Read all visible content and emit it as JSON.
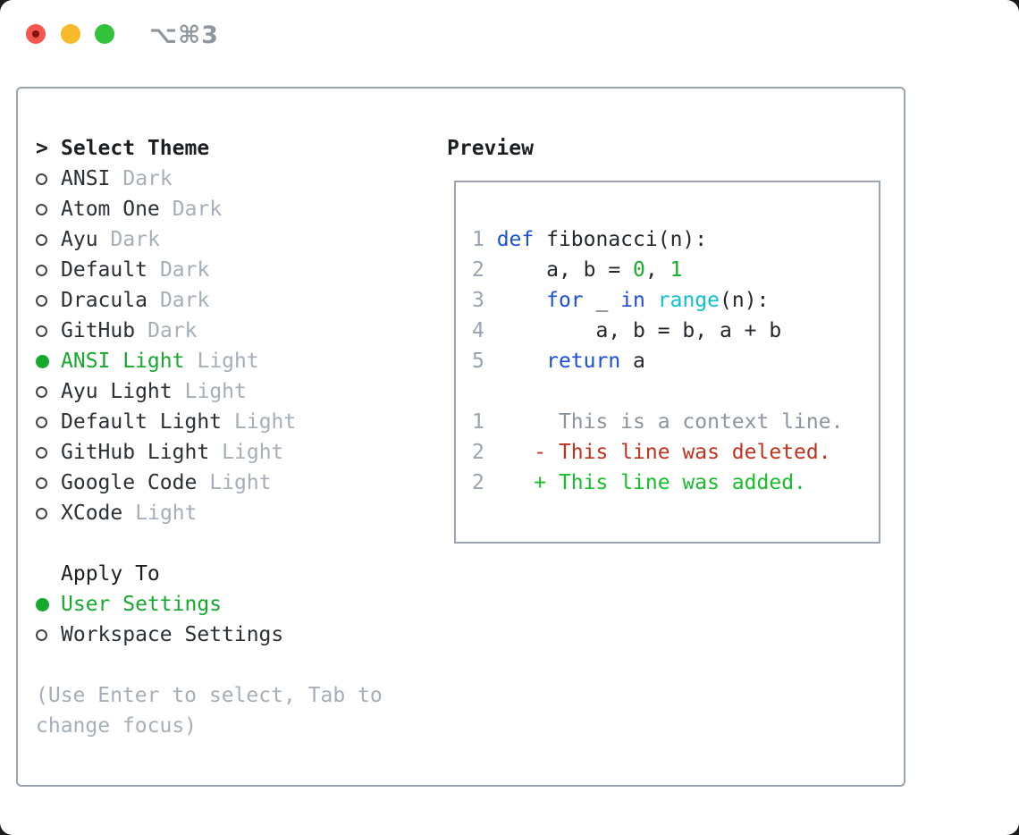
{
  "window": {
    "shortcut": "⌥⌘3",
    "traffic_lights": {
      "close": "close",
      "minimize": "minimize",
      "zoom": "zoom"
    },
    "colors": {
      "close_red": "#f4564d",
      "close_dot": "#7e150d",
      "minimize_yellow": "#f8b92a",
      "zoom_green": "#32c33b",
      "panel_border": "#9aa3ae"
    }
  },
  "theme_panel": {
    "prompt": ">",
    "heading": "Select Theme",
    "items": [
      {
        "name": "ANSI",
        "variant": "Dark",
        "selected": false
      },
      {
        "name": "Atom One",
        "variant": "Dark",
        "selected": false
      },
      {
        "name": "Ayu",
        "variant": "Dark",
        "selected": false
      },
      {
        "name": "Default",
        "variant": "Dark",
        "selected": false
      },
      {
        "name": "Dracula",
        "variant": "Dark",
        "selected": false
      },
      {
        "name": "GitHub",
        "variant": "Dark",
        "selected": false
      },
      {
        "name": "ANSI Light",
        "variant": "Light",
        "selected": true
      },
      {
        "name": "Ayu Light",
        "variant": "Light",
        "selected": false
      },
      {
        "name": "Default Light",
        "variant": "Light",
        "selected": false
      },
      {
        "name": "GitHub Light",
        "variant": "Light",
        "selected": false
      },
      {
        "name": "Google Code",
        "variant": "Light",
        "selected": false
      },
      {
        "name": "XCode",
        "variant": "Light",
        "selected": false
      }
    ],
    "selected_color": "#17a82e",
    "variant_color": "#a6aeb8"
  },
  "apply_panel": {
    "heading": "Apply To",
    "options": [
      {
        "label": "User Settings",
        "selected": true
      },
      {
        "label": "Workspace Settings",
        "selected": false
      }
    ]
  },
  "help_text": "(Use Enter to select, Tab to change focus)",
  "preview": {
    "heading": "Preview",
    "syntax_colors": {
      "keyword": "#1b4fd8",
      "builtin": "#0ec0cd",
      "number": "#17ab2b",
      "plain": "#23282e",
      "line_number": "#9aa4b0",
      "context": "#8d959e",
      "deleted": "#c5301d",
      "added": "#17bd2b"
    },
    "code_lines": [
      [
        {
          "t": "1 ",
          "c": "ln"
        },
        {
          "t": "def",
          "c": "kw"
        },
        {
          "t": " fibonacci(n):",
          "c": "p"
        }
      ],
      [
        {
          "t": "2",
          "c": "ln"
        },
        {
          "t": "     a, b = ",
          "c": "p"
        },
        {
          "t": "0",
          "c": "num"
        },
        {
          "t": ", ",
          "c": "p"
        },
        {
          "t": "1",
          "c": "num"
        }
      ],
      [
        {
          "t": "3",
          "c": "ln"
        },
        {
          "t": "     ",
          "c": "p"
        },
        {
          "t": "for",
          "c": "kw"
        },
        {
          "t": " _ ",
          "c": "p"
        },
        {
          "t": "in",
          "c": "kw"
        },
        {
          "t": " ",
          "c": "p"
        },
        {
          "t": "range",
          "c": "fn"
        },
        {
          "t": "(n):",
          "c": "p"
        }
      ],
      [
        {
          "t": "4",
          "c": "ln"
        },
        {
          "t": "         a, b = b, a + b",
          "c": "p"
        }
      ],
      [
        {
          "t": "5",
          "c": "ln"
        },
        {
          "t": "     ",
          "c": "p"
        },
        {
          "t": "return",
          "c": "kw"
        },
        {
          "t": " a",
          "c": "p"
        }
      ],
      [],
      [
        {
          "t": "1",
          "c": "ln"
        },
        {
          "t": "      This is a context line.",
          "c": "ctx"
        }
      ],
      [
        {
          "t": "2",
          "c": "ln"
        },
        {
          "t": "    ",
          "c": "p"
        },
        {
          "t": "- This line was deleted.",
          "c": "del"
        }
      ],
      [
        {
          "t": "2",
          "c": "ln"
        },
        {
          "t": "    ",
          "c": "p"
        },
        {
          "t": "+ This line was added.",
          "c": "add"
        }
      ]
    ]
  }
}
